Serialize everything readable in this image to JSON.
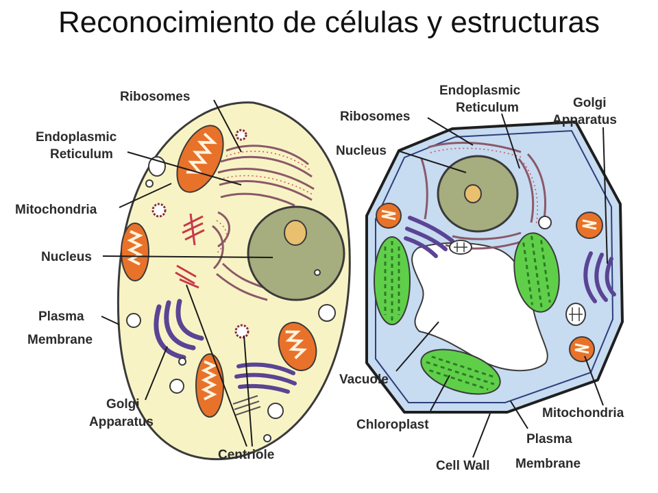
{
  "title": "Reconocimiento de células y estructuras",
  "colors": {
    "animal_cytoplasm": "#f8f3c4",
    "plant_cytoplasm": "#c7dbf1",
    "nucleus": "#a6ad7e",
    "nucleolus": "#e8c06f",
    "mitochondria_outer": "#e8722a",
    "mitochondria_inner": "#fff4e0",
    "golgi": "#5a4494",
    "chloroplast": "#5fcf4a",
    "er": "#8a5868",
    "ribosome": "#c8404a",
    "vacuole": "#ffffff"
  },
  "animal_cell": {
    "labels": {
      "ribosomes": "Ribosomes",
      "er_line1": "Endoplasmic",
      "er_line2": "Reticulum",
      "mitochondria": "Mitochondria",
      "nucleus": "Nucleus",
      "plasma_line1": "Plasma",
      "plasma_line2": "Membrane",
      "golgi_line1": "Golgi",
      "golgi_line2": "Apparatus",
      "centriole": "Centriole"
    }
  },
  "plant_cell": {
    "labels": {
      "er_line1": "Endoplasmic",
      "er_line2": "Reticulum",
      "golgi_line1": "Golgi",
      "golgi_line2": "Apparatus",
      "ribosomes": "Ribosomes",
      "nucleus": "Nucleus",
      "vacuole": "Vacuole",
      "chloroplast": "Chloroplast",
      "mitochondria": "Mitochondria",
      "plasma_line1": "Plasma",
      "plasma_line2": "Membrane",
      "cell_wall": "Cell Wall"
    }
  }
}
